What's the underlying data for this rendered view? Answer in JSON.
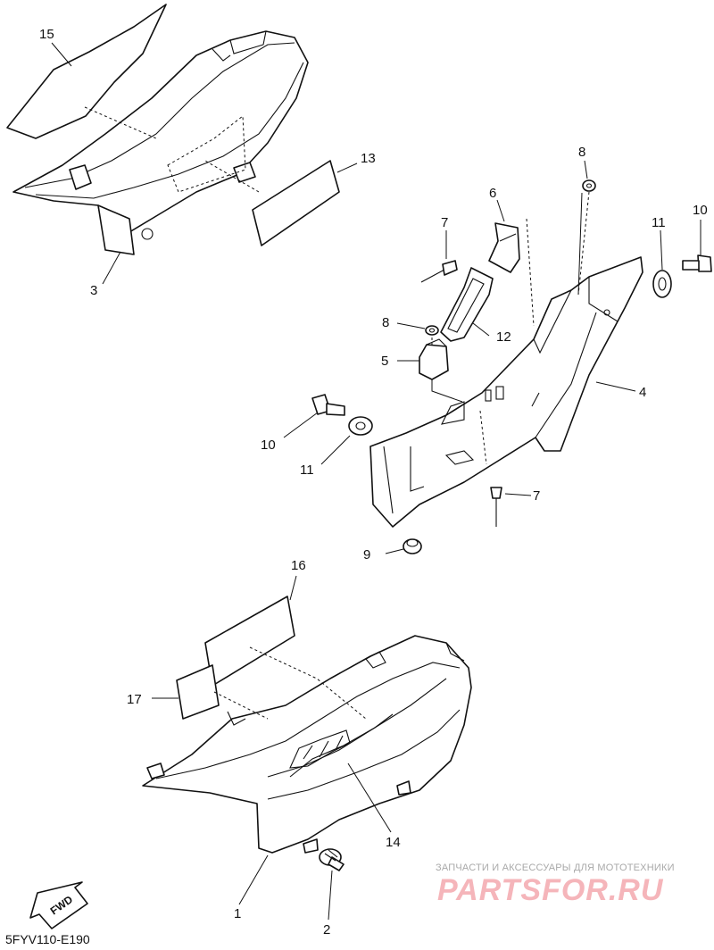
{
  "diagram": {
    "code": "5FYV110-E190",
    "fwd_label": "FWD",
    "callouts": {
      "c1": "1",
      "c2": "2",
      "c3": "3",
      "c4": "4",
      "c5": "5",
      "c6": "6",
      "c7a": "7",
      "c7b": "7",
      "c8a": "8",
      "c8b": "8",
      "c9": "9",
      "c10a": "10",
      "c10b": "10",
      "c11a": "11",
      "c11b": "11",
      "c12": "12",
      "c13": "13",
      "c14": "14",
      "c15": "15",
      "c16": "16",
      "c17": "17"
    }
  },
  "watermark": {
    "tagline": "ЗАПЧАСТИ И АКСЕССУАРЫ ДЛЯ МОТОТЕХНИКИ",
    "brand": "PARTSFOR.RU",
    "color": "#f5b5ba"
  }
}
